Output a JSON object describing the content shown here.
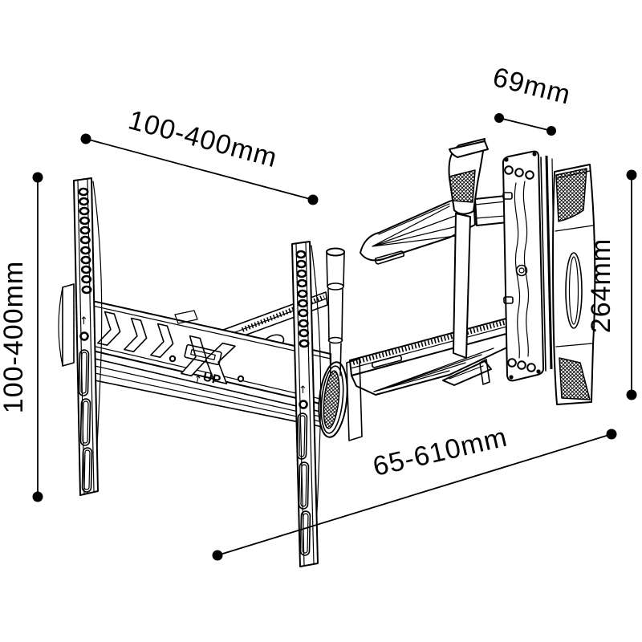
{
  "diagram": {
    "title": "Articulating TV wall mount bracket dimension drawing",
    "background_color": "#ffffff",
    "line_color": "#000000",
    "annotations": {
      "top_width": {
        "label": "100-400mm"
      },
      "left_height": {
        "label": "100-400mm"
      },
      "depth": {
        "label": "69mm"
      },
      "right_height": {
        "label": "264mm"
      },
      "extension": {
        "label": "65-610mm"
      }
    },
    "drawing_text": {
      "up_emblem": "UP",
      "up_arrow": "↑"
    }
  }
}
